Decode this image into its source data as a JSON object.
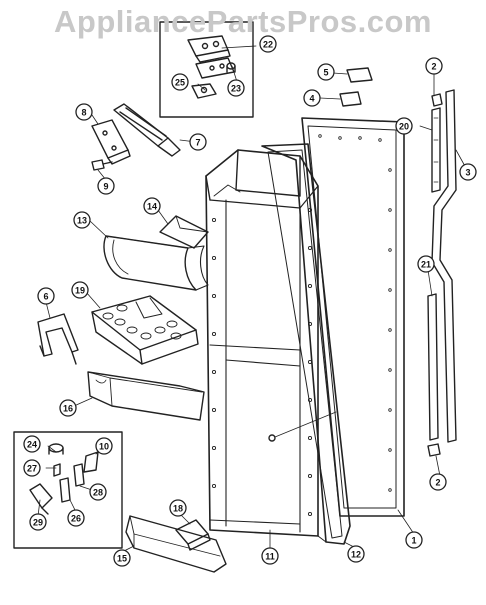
{
  "watermark": "AppliancePartsPros.com",
  "callouts": [
    "1",
    "2",
    "2",
    "3",
    "4",
    "5",
    "6",
    "7",
    "8",
    "9",
    "10",
    "11",
    "12",
    "13",
    "14",
    "15",
    "16",
    "18",
    "19",
    "20",
    "21",
    "22",
    "23",
    "24",
    "25",
    "26",
    "27",
    "28",
    "29"
  ]
}
